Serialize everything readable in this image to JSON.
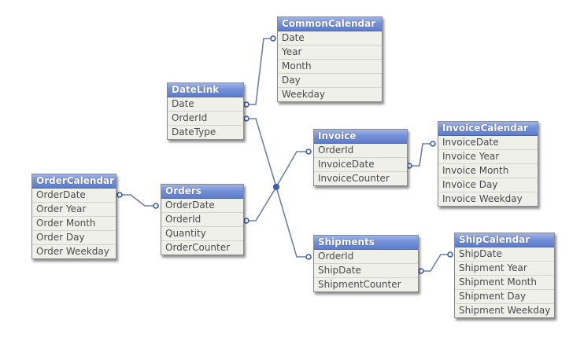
{
  "tables": {
    "common_calendar": {
      "title": "CommonCalendar",
      "fields": [
        "Date",
        "Year",
        "Month",
        "Day",
        "Weekday"
      ]
    },
    "date_link": {
      "title": "DateLink",
      "fields": [
        "Date",
        "OrderId",
        "DateType"
      ]
    },
    "invoice": {
      "title": "Invoice",
      "fields": [
        "OrderId",
        "InvoiceDate",
        "InvoiceCounter"
      ]
    },
    "invoice_calendar": {
      "title": "InvoiceCalendar",
      "fields": [
        "InvoiceDate",
        "Invoice Year",
        "Invoice Month",
        "Invoice Day",
        "Invoice Weekday"
      ]
    },
    "order_calendar": {
      "title": "OrderCalendar",
      "fields": [
        "OrderDate",
        "Order Year",
        "Order Month",
        "Order Day",
        "Order Weekday"
      ]
    },
    "orders": {
      "title": "Orders",
      "fields": [
        "OrderDate",
        "OrderId",
        "Quantity",
        "OrderCounter"
      ]
    },
    "shipments": {
      "title": "Shipments",
      "fields": [
        "OrderId",
        "ShipDate",
        "ShipmentCounter"
      ]
    },
    "ship_calendar": {
      "title": "ShipCalendar",
      "fields": [
        "ShipDate",
        "Shipment Year",
        "Shipment Month",
        "Shipment Day",
        "Shipment Weekday"
      ]
    }
  },
  "colors": {
    "header": "#7591d8",
    "body": "#f0f0ea",
    "link": "#6f7fa8",
    "dot": "#3d5fb0"
  }
}
